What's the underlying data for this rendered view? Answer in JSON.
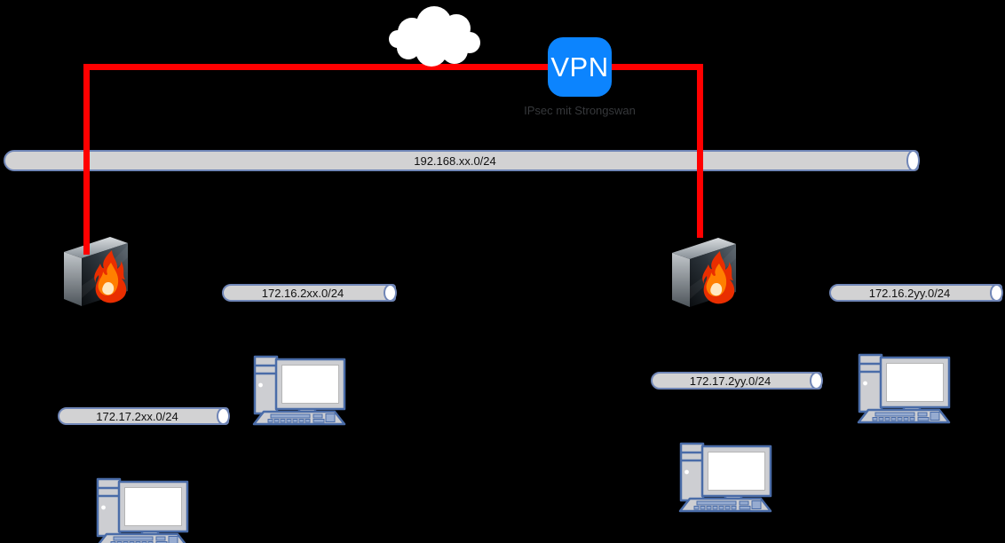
{
  "diagram": {
    "vpn": {
      "label": "VPN",
      "caption": "IPsec mit Strongswan"
    },
    "segments": {
      "backbone": {
        "label": "192.168.xx.0/24"
      },
      "site_a_lan16": {
        "label": "172.16.2xx.0/24"
      },
      "site_a_lan17": {
        "label": "172.17.2xx.0/24"
      },
      "site_b_lan16": {
        "label": "172.16.2yy.0/24"
      },
      "site_b_lan17": {
        "label": "172.17.2yy.0/24"
      }
    },
    "icons": {
      "cloud": "internet-cloud-icon",
      "vpn": "vpn-badge",
      "firewalls": [
        "firewall-icon",
        "firewall-icon"
      ],
      "workstations": [
        "workstation-icon",
        "workstation-icon",
        "workstation-icon",
        "workstation-icon"
      ]
    },
    "colors": {
      "background": "#000000",
      "connector_line": "#ff0000",
      "vpn_badge": "#0c84fe",
      "segment_fill": "#d2d2d3",
      "segment_border": "#7086b7",
      "segment_end_cap": "#ffffff",
      "workstation_outline": "#4a6ca8",
      "flame_outer": "#e92e00",
      "flame_mid": "#ff7f00",
      "flame_core": "#ffe8c2",
      "caption_text": "#36383b"
    }
  }
}
